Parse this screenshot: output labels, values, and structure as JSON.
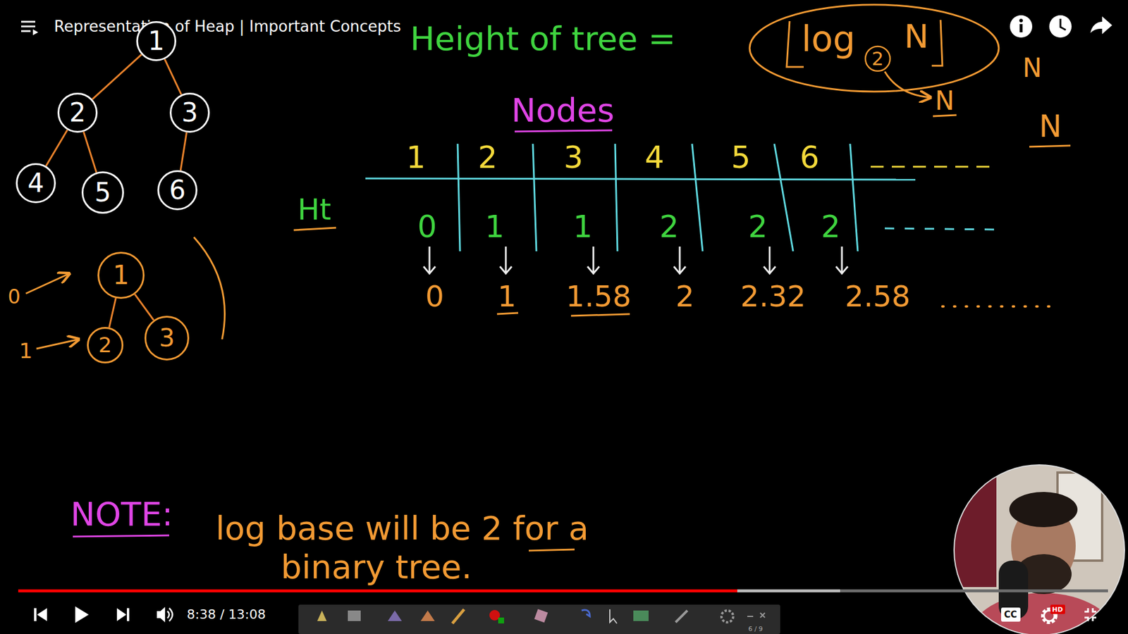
{
  "diagram": {
    "title": "Representation of Heap | Important Concepts",
    "nodes": [
      {
        "text": [
          "1"
        ]
      },
      {
        "text": [
          "2"
        ]
      },
      {
        "text": [
          "3"
        ]
      },
      {
        "text": [
          "4"
        ]
      },
      {
        "text": [
          "5"
        ]
      },
      {
        "text": [
          "6"
        ]
      },
      {
        "text": [
          "1"
        ]
      },
      {
        "text": [
          "2"
        ]
      },
      {
        "text": [
          "3"
        ]
      }
    ],
    "edges": [
      {
        "from": 0,
        "to": 1,
        "arrow": "none"
      },
      {
        "from": 0,
        "to": 2,
        "arrow": "none"
      },
      {
        "from": 1,
        "to": 3,
        "arrow": "none"
      },
      {
        "from": 1,
        "to": 4,
        "arrow": "none"
      },
      {
        "from": 2,
        "to": 5,
        "arrow": "none"
      },
      {
        "from": 6,
        "to": 7,
        "arrow": "none"
      },
      {
        "from": 6,
        "to": 8,
        "arrow": "none"
      }
    ],
    "labels": [
      "Height of tree =",
      "log",
      "2",
      "N",
      "N",
      "N",
      "N",
      "Nodes",
      "1",
      "2",
      "3",
      "4",
      "5",
      "6",
      "Ht",
      "0",
      "1",
      "1",
      "2",
      "2",
      "2",
      "0",
      "1",
      "1.58",
      "2",
      "2.32",
      "2.58",
      "0",
      "1",
      "NOTE:",
      "log base will be 2 for a",
      "binary tree.",
      "8:38 / 13:08",
      "CC",
      "HD",
      "6 / 9"
    ]
  }
}
